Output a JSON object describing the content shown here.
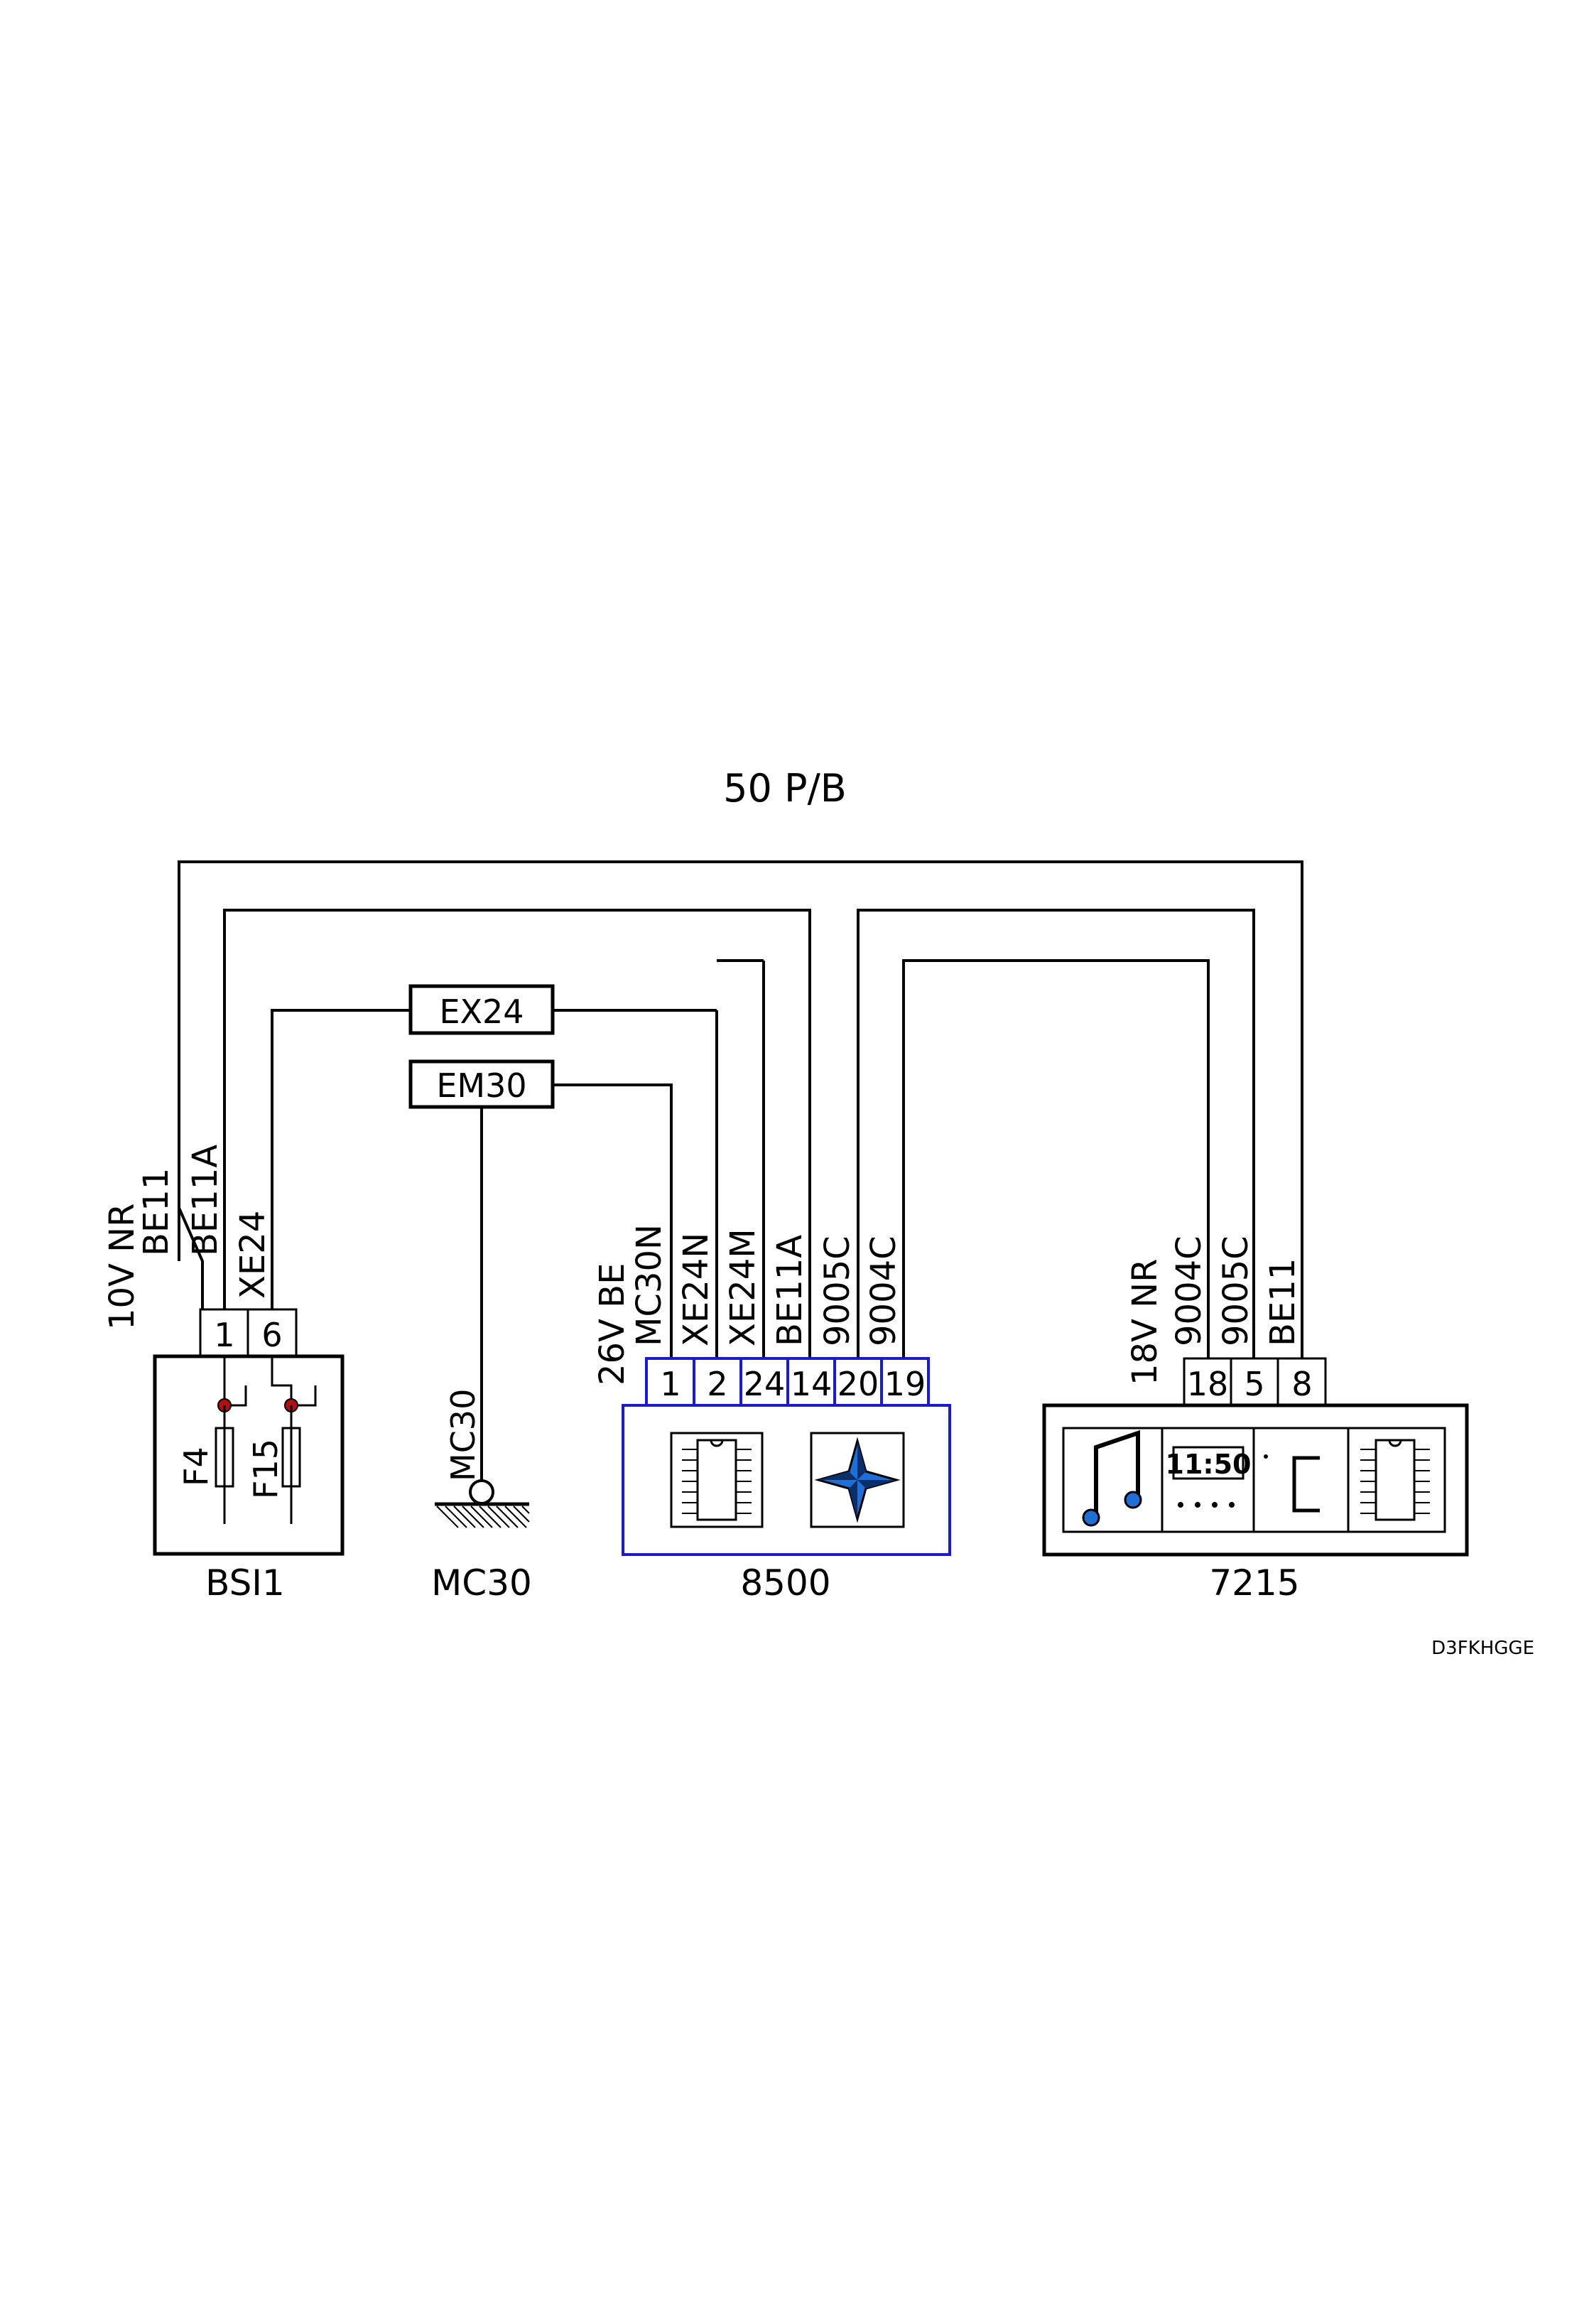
{
  "title": "50 P/B",
  "reference": "D3FKHGGE",
  "colors": {
    "wire": "#000000",
    "unit_8500_frame": "#1a1ad0",
    "fuse_dot": "#b01010",
    "icon_fill": "#1f6fd6"
  },
  "connectors": {
    "ex24": "EX24",
    "em30": "EM30"
  },
  "bsi1": {
    "name": "BSI1",
    "connector": "10V NR",
    "wire_labels": [
      "BE11",
      "BE11A",
      "XE24"
    ],
    "pins": [
      "1",
      "6"
    ],
    "fuses": [
      "F4",
      "F15"
    ]
  },
  "mc30": {
    "name": "MC30",
    "wire_label": "MC30"
  },
  "u8500": {
    "name": "8500",
    "connector": "26V BE",
    "wire_labels": [
      "MC30N",
      "XE24N",
      "XE24M",
      "BE11A",
      "9005C",
      "9004C"
    ],
    "pins": [
      "1",
      "2",
      "24",
      "14",
      "20",
      "19"
    ],
    "icons": [
      "chip-icon",
      "compass-icon"
    ]
  },
  "u7215": {
    "name": "7215",
    "connector": "18V NR",
    "wire_labels": [
      "9004C",
      "9005C",
      "BE11"
    ],
    "pins": [
      "18",
      "5",
      "8"
    ],
    "clock_display": "11:50",
    "icons": [
      "music-note-icon",
      "clock-display-icon",
      "bracket-icon",
      "chip-icon"
    ]
  }
}
